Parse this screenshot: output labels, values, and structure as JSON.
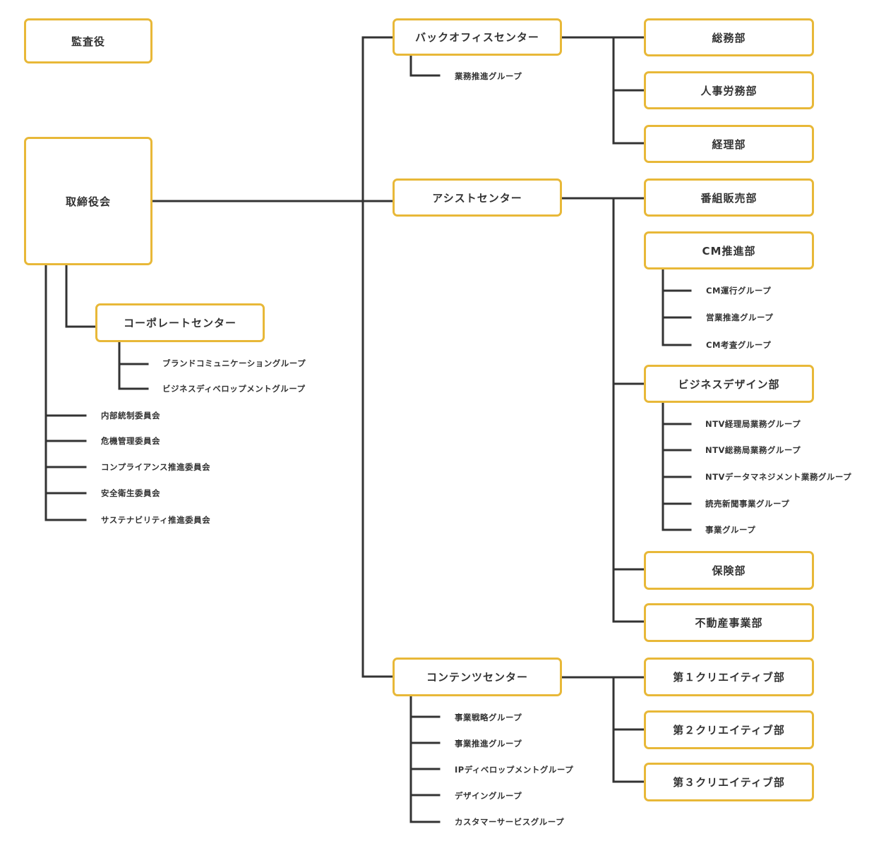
{
  "colors": {
    "box_border": "#e8b838",
    "line": "#333333",
    "text": "#333333"
  },
  "board": {
    "auditor": "監査役",
    "directors": "取締役会",
    "corporate_center": "コーポレートセンター",
    "corporate_groups": [
      "ブランドコミュニケーショングループ",
      "ビジネスディベロップメントグループ"
    ],
    "committees": [
      "内部統制委員会",
      "危機管理委員会",
      "コンプライアンス推進委員会",
      "安全衛生委員会",
      "サステナビリティ推進委員会"
    ]
  },
  "back_office": {
    "name": "バックオフィスセンター",
    "groups": [
      "業務推進グループ"
    ],
    "departments": [
      "総務部",
      "人事労務部",
      "経理部"
    ]
  },
  "assist": {
    "name": "アシストセンター",
    "dept_sales": "番組販売部",
    "dept_cm": "CM推進部",
    "cm_groups": [
      "CM運行グループ",
      "営業推進グループ",
      "CM考査グループ"
    ],
    "dept_bizdesign": "ビジネスデザイン部",
    "bizdesign_groups": [
      "NTV経理局業務グループ",
      "NTV総務局業務グループ",
      "NTVデータマネジメント業務グループ",
      "読売新聞事業グループ",
      "事業グループ"
    ],
    "dept_insurance": "保険部",
    "dept_realestate": "不動産事業部"
  },
  "contents": {
    "name": "コンテンツセンター",
    "groups": [
      "事業戦略グループ",
      "事業推進グループ",
      "IPディベロップメントグループ",
      "デザイングループ",
      "カスタマーサービスグループ"
    ],
    "departments": [
      "第１クリエイティブ部",
      "第２クリエイティブ部",
      "第３クリエイティブ部"
    ]
  }
}
